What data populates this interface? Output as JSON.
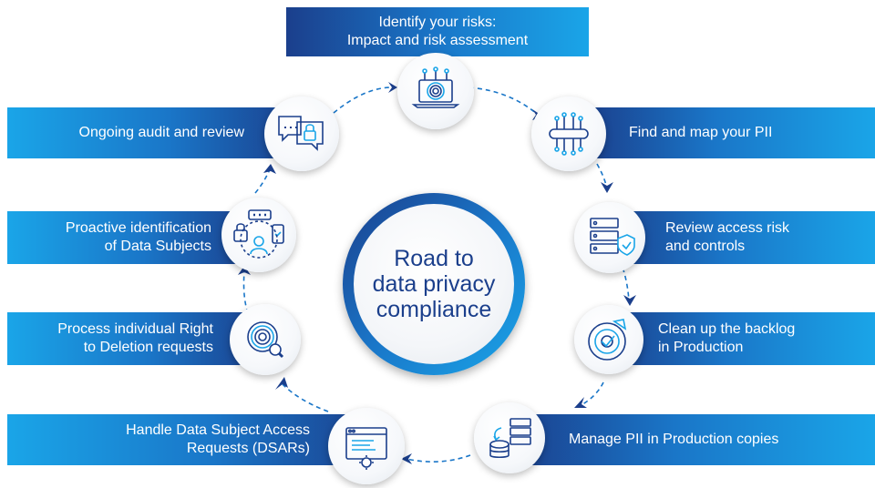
{
  "title": "Road to\ndata privacy\ncompliance",
  "steps": [
    {
      "label": "Identify your risks:\nImpact and risk assessment",
      "icon": "fingerprint-laptop-icon"
    },
    {
      "label": "Find and map your PII",
      "icon": "circuit-network-icon"
    },
    {
      "label": "Review access risk\nand controls",
      "icon": "server-shield-icon"
    },
    {
      "label": "Clean up the backlog\nin Production",
      "icon": "target-check-icon"
    },
    {
      "label": "Manage PII in Production copies",
      "icon": "database-copy-icon"
    },
    {
      "label": "Handle Data Subject Access\nRequests (DSARs)",
      "icon": "browser-gear-icon"
    },
    {
      "label": "Process individual Right\nto Deletion requests",
      "icon": "fingerprint-magnifier-icon"
    },
    {
      "label": "Proactive identification\nof Data Subjects",
      "icon": "user-password-icon"
    },
    {
      "label": "Ongoing audit and review",
      "icon": "chat-lock-icon"
    }
  ],
  "colors": {
    "navy": "#1b3f8c",
    "mid": "#1a76c8",
    "light": "#1aa5e8"
  }
}
